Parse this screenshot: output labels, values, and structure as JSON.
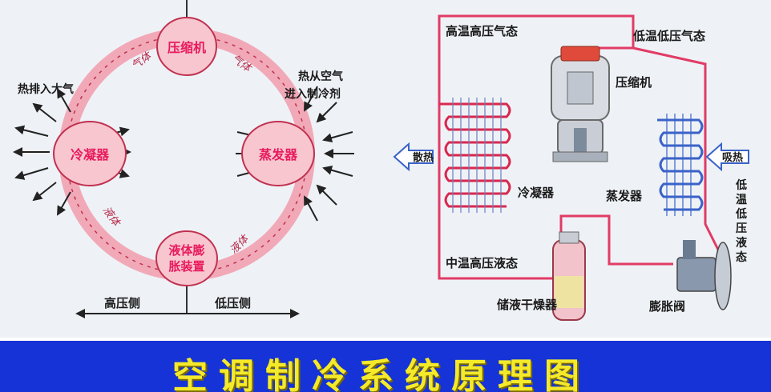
{
  "colors": {
    "pipe": "#e23b66",
    "bubble_fill": "#f7c6cf",
    "coil_red": "#d8284e",
    "coil_blue": "#3a62c8",
    "banner_bg": "#1533d6",
    "banner_text": "#f5ea2a"
  },
  "left_diagram": {
    "nodes": {
      "compressor": "压缩机",
      "condenser": "冷凝器",
      "evaporator": "蒸发器",
      "expansion": [
        "液体膨",
        "胀装置"
      ]
    },
    "flow_labels": {
      "gas_left": "气体",
      "gas_right": "气体",
      "liquid_left": "液体",
      "liquid_right": "液体"
    },
    "annotations": {
      "heat_out": "热排入大气",
      "heat_in": [
        "热从空气",
        "进入制冷剂"
      ]
    },
    "sides": {
      "high": "高压侧",
      "low": "低压侧"
    }
  },
  "right_diagram": {
    "labels": {
      "hp_gas": "高温高压气态",
      "lp_gas": "低温低压气态",
      "compressor": "压缩机",
      "condenser": "冷凝器",
      "evaporator": "蒸发器",
      "hp_liquid": "中温高压液态",
      "lp_liquid": [
        "低",
        "温",
        "低",
        "压",
        "液",
        "态"
      ],
      "drier": "储液干燥器",
      "valve": "膨胀阀",
      "heat_release": "散热",
      "heat_absorb": "吸热"
    }
  },
  "banner": {
    "title": "空调制冷系统原理图"
  }
}
